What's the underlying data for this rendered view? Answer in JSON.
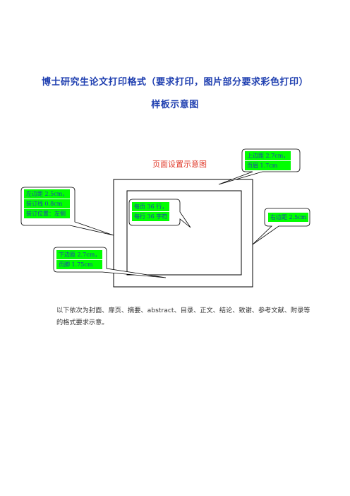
{
  "document": {
    "title_line1": "博士研究生论文打印格式（要求打印，图片部分要求彩色打印）",
    "title_line2": "样板示意图",
    "diagram_caption": "页面设置示意图",
    "callouts": {
      "top": [
        "上边距 2.7cm，",
        "页眉 1.7cm"
      ],
      "left": [
        "左边距 2.5cm，",
        "装订线 0.8cm",
        "装订位置：左侧"
      ],
      "center": [
        "每页 36 行，",
        "每行 36 字符"
      ],
      "right": [
        "右边距 2.5cm"
      ],
      "bottom": [
        "下边距 2.7cm，",
        "页脚 1.75cm"
      ]
    },
    "body_text": "以下依次为封面、扉页、摘要、abstract、目录、正文、结论、致谢、参考文献、附录等的格式要求示意。"
  },
  "colors": {
    "title": "#1f3fb0",
    "caption": "#e03a2a",
    "callout_fill": "#00ff00"
  }
}
